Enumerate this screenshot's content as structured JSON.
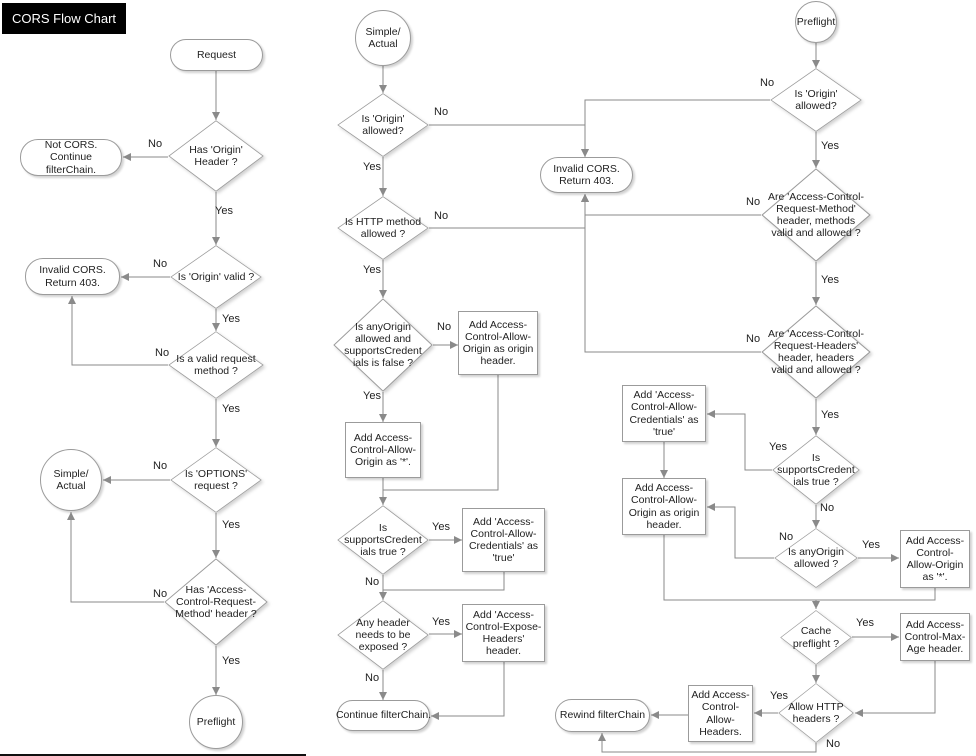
{
  "title": "CORS Flow Chart",
  "edge_labels": {
    "yes": "Yes",
    "no": "No"
  },
  "nodes": {
    "request": "Request",
    "has_origin_header": "Has 'Origin' Header ?",
    "not_cors": "Not CORS. Continue filterChain.",
    "is_origin_valid": "Is 'Origin' valid ?",
    "invalid_cors_left": "Invalid CORS. Return 403.",
    "is_valid_request_method": "Is a valid request method ?",
    "is_options_request": "Is 'OPTIONS' request ?",
    "simple_actual_left": "Simple/ Actual",
    "has_acrm_header": "Has 'Access-Control-Request-Method' header ?",
    "preflight_left": "Preflight",
    "simple_actual_mid": "Simple/ Actual",
    "is_origin_allowed_mid": "Is 'Origin' allowed?",
    "invalid_cors_mid": "Invalid CORS. Return 403.",
    "is_http_method_allowed": "Is HTTP method allowed ?",
    "is_anyorigin_supports_false": "Is anyOrigin allowed and supportsCredent ials is false ?",
    "add_acao_origin_mid": "Add Access-Control-Allow-Origin as origin header.",
    "add_acao_star_mid": "Add Access-Control-Allow-Origin as '*'.",
    "is_supports_credentials_mid": "Is supportsCredent ials true ?",
    "add_acac_true_mid": "Add 'Access-Control-Allow-Credentials' as 'true'",
    "any_header_exposed": "Any header needs to be exposed ?",
    "add_expose_headers": "Add 'Access-Control-Expose-Headers' header.",
    "continue_filterchain": "Continue filterChain.",
    "preflight_right": "Preflight",
    "is_origin_allowed_right": "Is 'Origin' allowed?",
    "are_acrm_valid": "Are 'Access-Control-Request-Method' header, methods valid and allowed ?",
    "are_acrh_valid": "Are 'Access-Control-Request-Headers' header, headers valid and allowed ?",
    "is_supports_credentials_right": "Is supportsCredent ials true ?",
    "add_acac_true_right": "Add 'Access-Control-Allow-Credentials' as 'true'",
    "add_acao_origin_right": "Add Access-Control-Allow-Origin as origin header.",
    "is_anyorigin_allowed": "Is anyOrigin allowed ?",
    "add_acao_star_right": "Add Access-Control-Allow-Origin as '*'.",
    "cache_preflight": "Cache preflight ?",
    "add_max_age": "Add Access-Control-Max-Age header.",
    "allow_http_headers": "Allow HTTP headers ?",
    "add_allow_headers": "Add Access-Control-Allow-Headers.",
    "rewind_filterchain": "Rewind filterChain"
  },
  "colors": {
    "line": "#8a8a8a",
    "shape_border": "#9b9b9b",
    "shape_fill": "#ffffff",
    "text": "#1f1f1f",
    "title_bg": "#000000",
    "title_fg": "#ffffff"
  }
}
